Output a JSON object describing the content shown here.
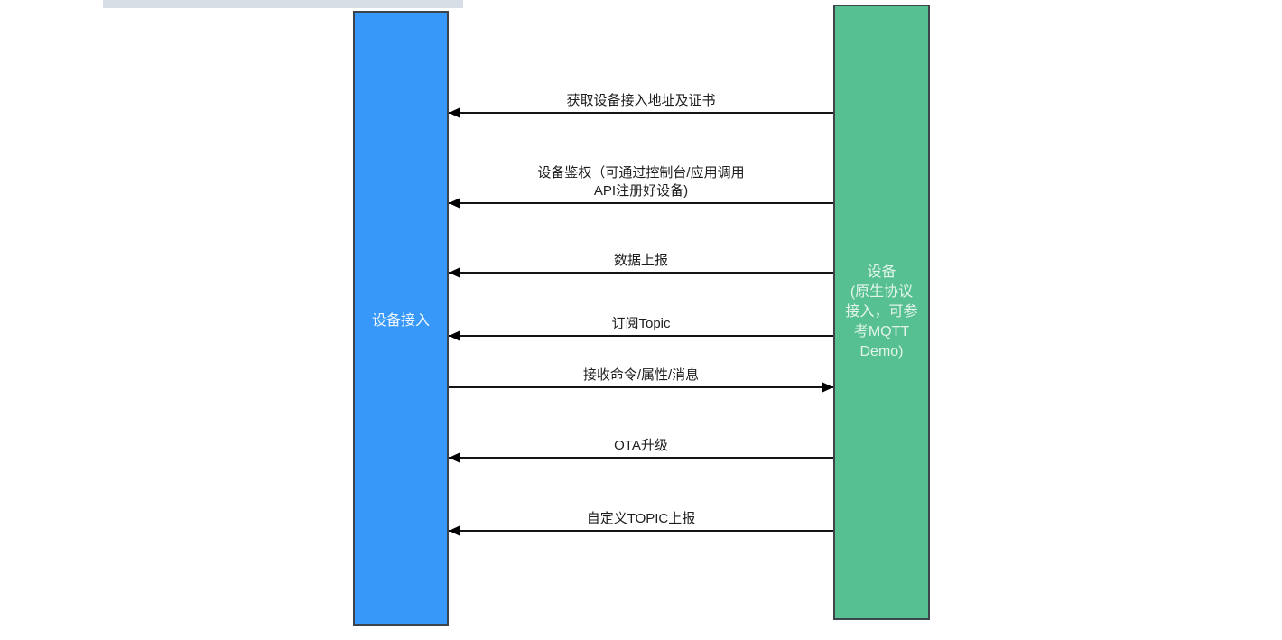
{
  "page": {
    "background_color": "#ffffff",
    "top_strip_color": "#d8dee6"
  },
  "diagram": {
    "left_lifeline": {
      "label": "设备接入",
      "fill_color": "#3898fa",
      "border_color": "#3d444b",
      "text_color": "#edf5fe"
    },
    "right_lifeline": {
      "label_lines": [
        "设备",
        "(原生协议",
        "接入，可参",
        "考MQTT",
        "Demo)"
      ],
      "fill_color": "#57c093",
      "border_color": "#3d444b",
      "text_color": "#e3f5ea"
    },
    "arrow_color": "#000000",
    "arrows": [
      {
        "label": "获取设备接入地址及证书",
        "direction": "left",
        "from": "设备",
        "to": "设备接入"
      },
      {
        "lines": [
          "设备鉴权（可通过控制台/应用调用",
          "API注册好设备)"
        ],
        "direction": "left",
        "from": "设备",
        "to": "设备接入"
      },
      {
        "label": "数据上报",
        "direction": "left",
        "from": "设备",
        "to": "设备接入"
      },
      {
        "label": "订阅Topic",
        "direction": "left",
        "from": "设备",
        "to": "设备接入"
      },
      {
        "label": "接收命令/属性/消息",
        "direction": "right",
        "from": "设备接入",
        "to": "设备"
      },
      {
        "label": "OTA升级",
        "direction": "left",
        "from": "设备",
        "to": "设备接入"
      },
      {
        "label": "自定义TOPIC上报",
        "direction": "left",
        "from": "设备",
        "to": "设备接入"
      }
    ]
  }
}
